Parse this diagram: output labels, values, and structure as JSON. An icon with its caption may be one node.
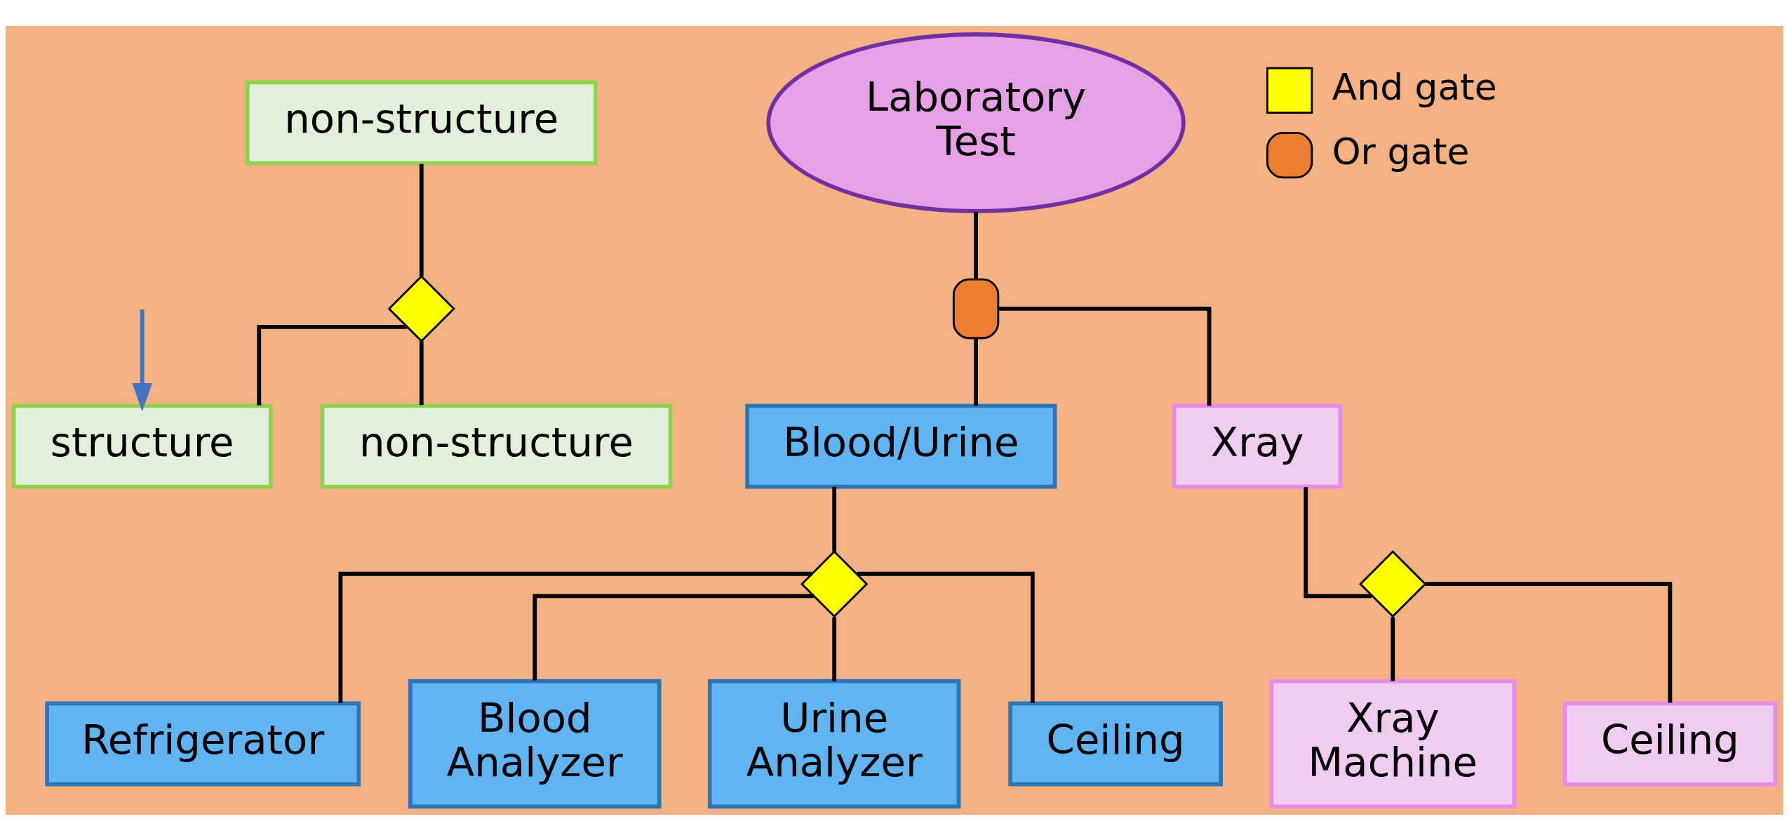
{
  "diagram": {
    "nodes": [
      {
        "text": [
          "non-structure"
        ]
      },
      {
        "text": [
          "structure"
        ]
      },
      {
        "text": [
          "non-structure"
        ]
      },
      {
        "text": [
          "Laboratory Test"
        ]
      },
      {
        "text": [
          "Blood/Urine"
        ]
      },
      {
        "text": [
          "Xray"
        ]
      },
      {
        "text": [
          "Refrigerator"
        ]
      },
      {
        "text": [
          "Blood Analyzer"
        ]
      },
      {
        "text": [
          "Urine Analyzer"
        ]
      },
      {
        "text": [
          "Ceiling"
        ]
      },
      {
        "text": [
          "Xray Machine"
        ]
      },
      {
        "text": [
          "Ceiling"
        ]
      },
      {
        "text": [],
        "shape": "diamond"
      },
      {
        "text": [],
        "shape": "gate"
      },
      {
        "text": [],
        "shape": "diamond"
      },
      {
        "text": [],
        "shape": "diamond"
      }
    ],
    "edges": [
      {
        "from": 0,
        "to": 12,
        "arrow": "none"
      },
      {
        "from": 12,
        "to": 1,
        "arrow": "none"
      },
      {
        "from": 12,
        "to": 2,
        "arrow": "none"
      },
      {
        "from": 3,
        "to": 13,
        "arrow": "none"
      },
      {
        "from": 13,
        "to": 4,
        "arrow": "none"
      },
      {
        "from": 13,
        "to": 5,
        "arrow": "none"
      },
      {
        "from": 4,
        "to": 14,
        "arrow": "none"
      },
      {
        "from": 14,
        "to": 6,
        "arrow": "none"
      },
      {
        "from": 14,
        "to": 7,
        "arrow": "none"
      },
      {
        "from": 14,
        "to": 8,
        "arrow": "none"
      },
      {
        "from": 14,
        "to": 9,
        "arrow": "none"
      },
      {
        "from": 5,
        "to": 15,
        "arrow": "none"
      },
      {
        "from": 15,
        "to": 10,
        "arrow": "none"
      },
      {
        "from": 15,
        "to": 11,
        "arrow": "none"
      },
      {
        "from": null,
        "to": 1,
        "arrow": "to",
        "color": "#4472c4"
      }
    ],
    "legend": [
      {
        "text": "And gate"
      },
      {
        "text": "Or gate"
      }
    ]
  }
}
